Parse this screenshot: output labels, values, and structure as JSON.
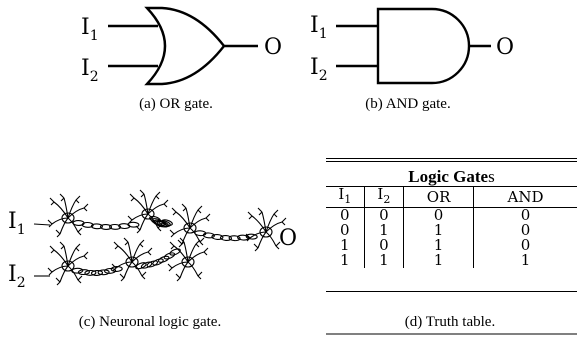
{
  "or_gate": {
    "input1": "I",
    "input1_sub": "1",
    "input2": "I",
    "input2_sub": "2",
    "output": "O",
    "caption": "(a) OR gate."
  },
  "and_gate": {
    "input1": "I",
    "input1_sub": "1",
    "input2": "I",
    "input2_sub": "2",
    "output": "O",
    "caption": "(b) AND gate."
  },
  "neuronal_gate": {
    "input1": "I",
    "input1_sub": "1",
    "input2": "I",
    "input2_sub": "2",
    "output": "O",
    "caption": "(c) Neuronal logic gate."
  },
  "truth_table": {
    "title_bold": "Logic Gate",
    "title_suffix": "s",
    "headers": [
      "I1",
      "I2",
      "OR",
      "AND"
    ],
    "rows": [
      [
        "0",
        "0",
        "0",
        "0"
      ],
      [
        "0",
        "1",
        "1",
        "0"
      ],
      [
        "1",
        "0",
        "1",
        "0"
      ],
      [
        "1",
        "1",
        "1",
        "1"
      ]
    ],
    "caption": "(d) Truth table."
  }
}
